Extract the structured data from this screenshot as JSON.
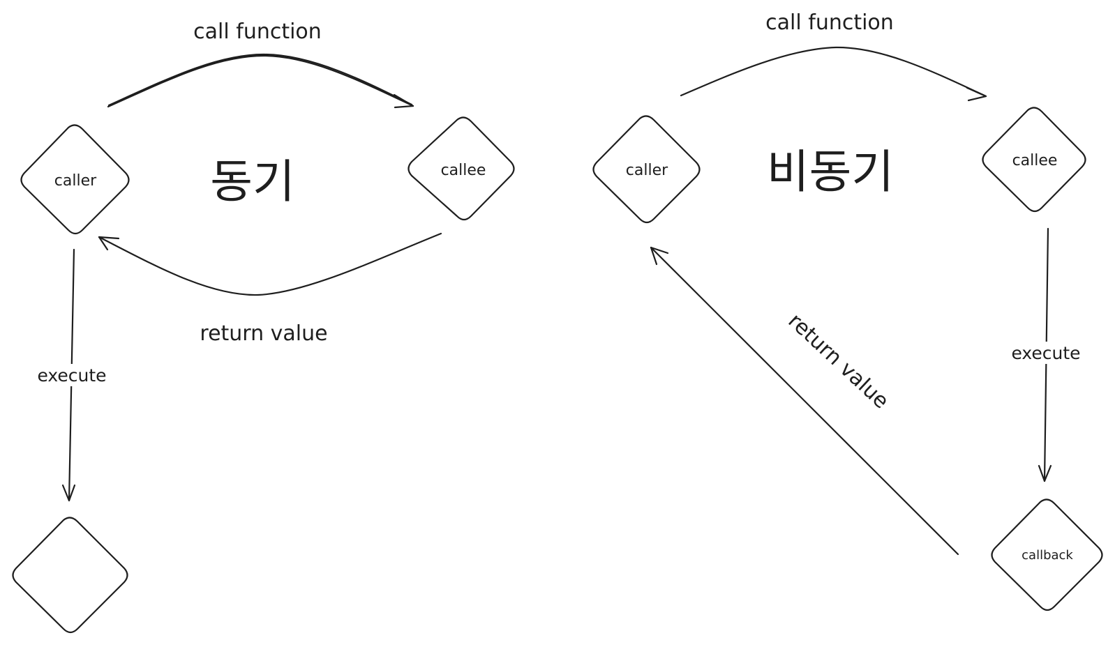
{
  "sync": {
    "title": "동기",
    "caller_label": "caller",
    "callee_label": "callee",
    "call_label": "call function",
    "return_label": "return value",
    "execute_label": "execute",
    "result_label": ""
  },
  "async": {
    "title": "비동기",
    "caller_label": "caller",
    "callee_label": "callee",
    "callback_label": "callback",
    "call_label": "call function",
    "return_label": "return value",
    "execute_label": "execute"
  },
  "colors": {
    "stroke": "#1e1e1e",
    "background": "#ffffff"
  }
}
